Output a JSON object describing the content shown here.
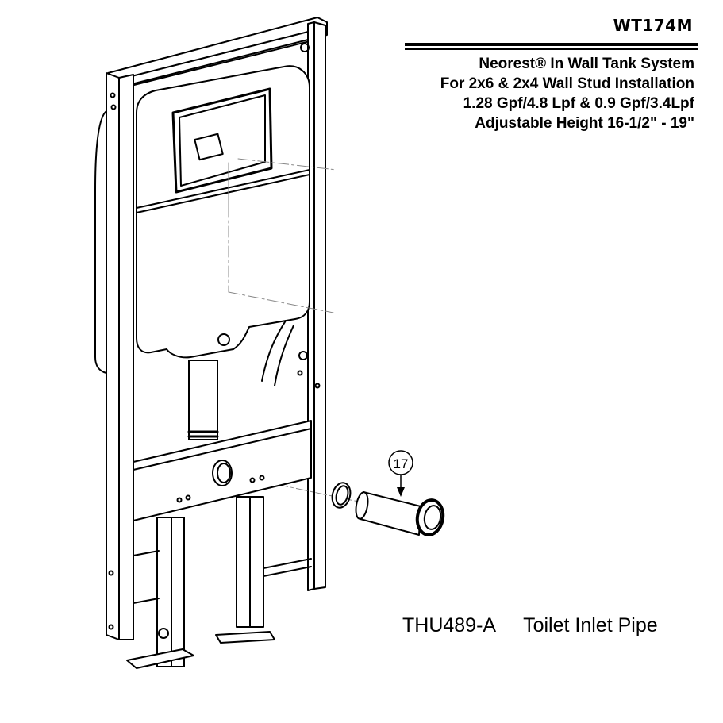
{
  "header": {
    "model_code": "WT174M",
    "spec_lines": [
      "Neorest® In Wall Tank System",
      "For 2x6 & 2x4 Wall Stud Installation",
      "1.28 Gpf/4.8 Lpf & 0.9 Gpf/3.4Lpf",
      "Adjustable Height 16-1/2\" - 19\""
    ]
  },
  "diagram": {
    "subject": "in-wall-tank-frame",
    "callouts": [
      {
        "number": "17",
        "target": "toilet-inlet-pipe"
      }
    ]
  },
  "part_caption": {
    "part_number": "THU489-A",
    "description": "Toilet Inlet Pipe"
  }
}
